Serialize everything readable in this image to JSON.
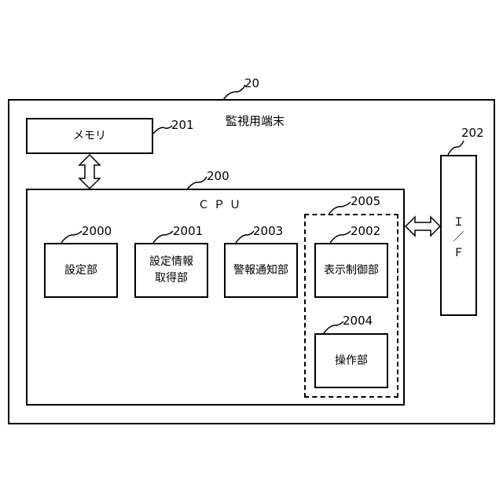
{
  "terminal": {
    "ref": "20",
    "title": "監視用端末"
  },
  "memory": {
    "ref": "201",
    "label": "メモリ"
  },
  "cpu": {
    "ref": "200",
    "label": "ＣＰＵ"
  },
  "interface": {
    "ref": "202",
    "line1": "Ｉ",
    "line2": "／",
    "line3": "Ｆ"
  },
  "group": {
    "ref": "2005"
  },
  "units": [
    {
      "ref": "2000",
      "line1": "設定部",
      "line2": ""
    },
    {
      "ref": "2001",
      "line1": "設定情報",
      "line2": "取得部"
    },
    {
      "ref": "2003",
      "line1": "警報通知部",
      "line2": ""
    },
    {
      "ref": "2002",
      "line1": "表示制御部",
      "line2": ""
    },
    {
      "ref": "2004",
      "line1": "操作部",
      "line2": ""
    }
  ]
}
